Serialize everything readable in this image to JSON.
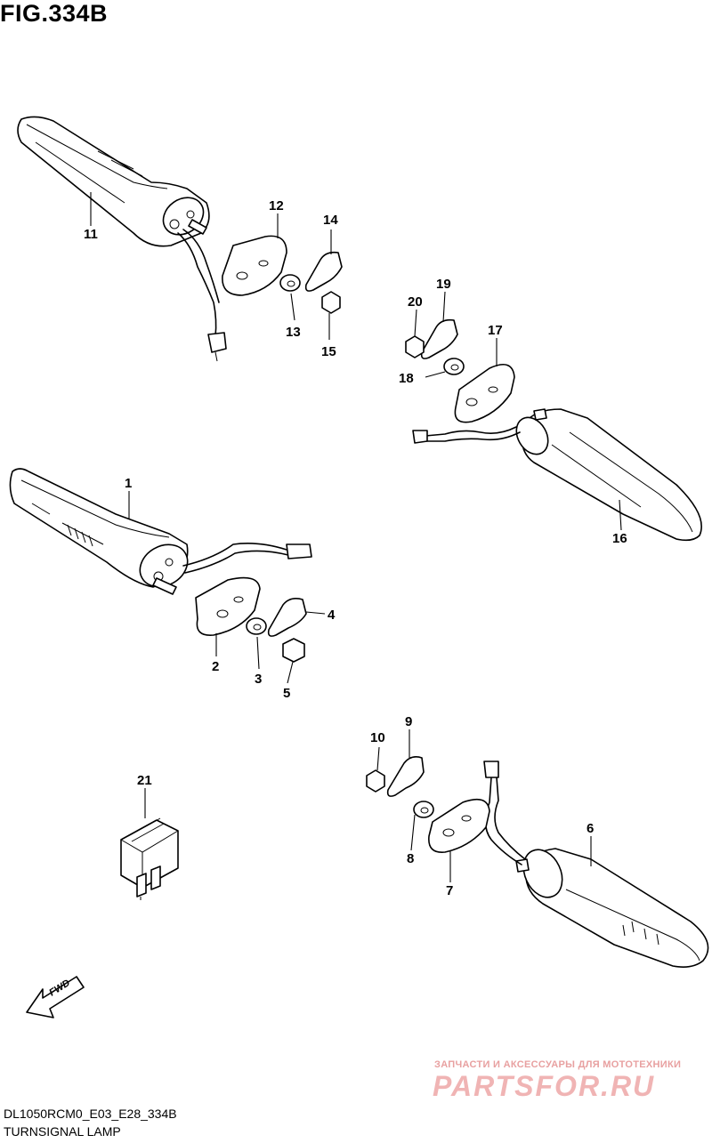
{
  "figure": {
    "title": "FIG.334B"
  },
  "footer": {
    "model_code": "DL1050RCM0_E03_E28_334B",
    "caption": "TURNSIGNAL LAMP"
  },
  "watermark": {
    "tagline": "ЗАПЧАСТИ И АКСЕССУАРЫ ДЛЯ МОТОТЕХНИКИ",
    "brand": "PARTSFOR.RU"
  },
  "fwd_arrow": {
    "label": "FWD"
  },
  "callouts": {
    "c1": "1",
    "c2": "2",
    "c3": "3",
    "c4": "4",
    "c5": "5",
    "c6": "6",
    "c7": "7",
    "c8": "8",
    "c9": "9",
    "c10": "10",
    "c11": "11",
    "c12": "12",
    "c13": "13",
    "c14": "14",
    "c15": "15",
    "c16": "16",
    "c17": "17",
    "c18": "18",
    "c19": "19",
    "c20": "20",
    "c21": "21"
  },
  "colors": {
    "line": "#000000",
    "background": "#ffffff",
    "watermark": "#f0b4b4"
  }
}
